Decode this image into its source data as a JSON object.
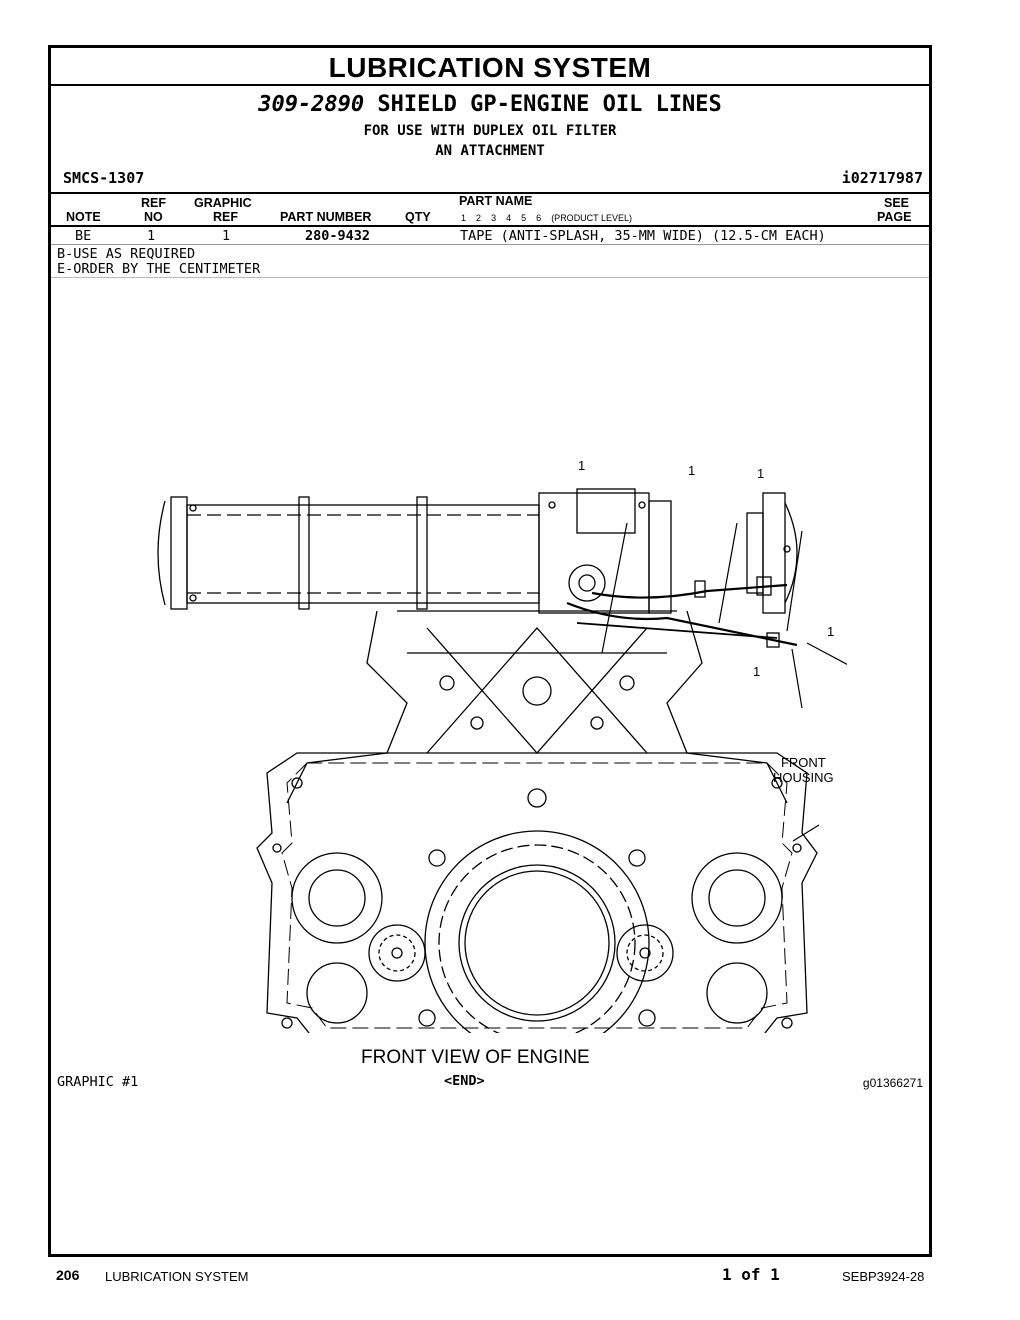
{
  "header": {
    "section_title": "LUBRICATION SYSTEM",
    "group_number": "309-2890",
    "group_name": "SHIELD GP-ENGINE OIL LINES",
    "usage_line_1": "FOR USE WITH DUPLEX OIL FILTER",
    "usage_line_2": "AN ATTACHMENT",
    "smcs": "SMCS-1307",
    "info_id": "i02717987"
  },
  "table": {
    "columns": {
      "note": "NOTE",
      "ref_top": "REF",
      "ref_bottom": "NO",
      "graphic_top": "GRAPHIC",
      "graphic_bottom": "REF",
      "part_number": "PART NUMBER",
      "qty": "QTY",
      "part_name": "PART NAME",
      "product_levels": [
        "1",
        "2",
        "3",
        "4",
        "5",
        "6"
      ],
      "product_level_label": "(PRODUCT LEVEL)",
      "see_top": "SEE",
      "see_bottom": "PAGE"
    },
    "rows": [
      {
        "note": "BE",
        "ref_no": "1",
        "graphic_ref": "1",
        "part_number": "280-9432",
        "qty": "",
        "part_name": "TAPE (ANTI-SPLASH, 35-MM WIDE) (12.5-CM EACH)",
        "see_page": ""
      }
    ]
  },
  "notes": [
    "B-USE AS REQUIRED",
    "E-ORDER BY THE CENTIMETER"
  ],
  "graphic": {
    "callouts": [
      "1",
      "1",
      "1",
      "1",
      "1"
    ],
    "front_housing_line1": "FRONT",
    "front_housing_line2": "HOUSING",
    "caption": "FRONT VIEW OF ENGINE",
    "graphic_label": "GRAPHIC #1",
    "end_marker": "<END>",
    "image_id": "g01366271"
  },
  "footer": {
    "page_number": "206",
    "section": "LUBRICATION SYSTEM",
    "page_count": "1 of 1",
    "doc_number": "SEBP3924-28"
  }
}
